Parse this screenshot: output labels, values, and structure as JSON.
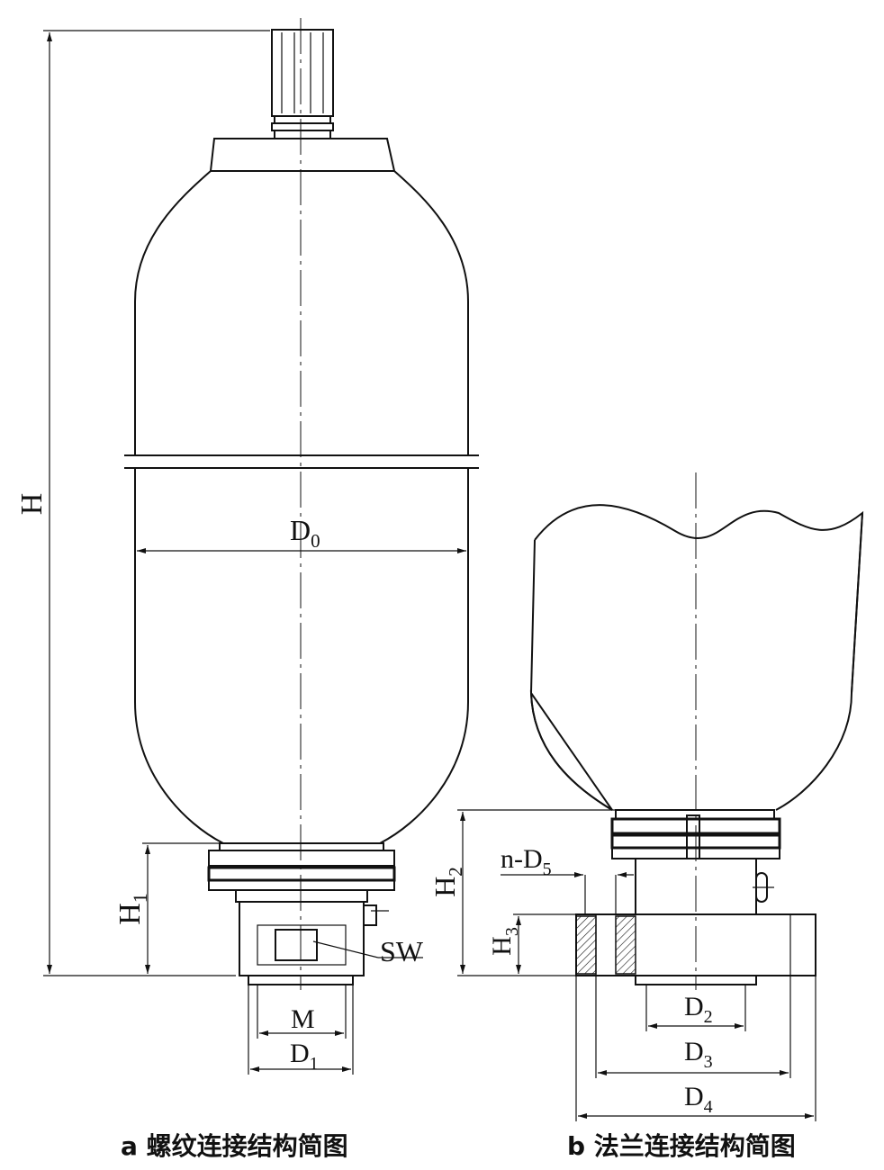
{
  "dims": {
    "H": "H",
    "H1": "H",
    "H1_sub": "1",
    "D0": "D",
    "D0_sub": "0",
    "SW": "SW",
    "M": "M",
    "D1": "D",
    "D1_sub": "1",
    "H2": "H",
    "H2_sub": "2",
    "H3": "H",
    "H3_sub": "3",
    "nD5": "n-D",
    "nD5_sub": "5",
    "D2": "D",
    "D2_sub": "2",
    "D3": "D",
    "D3_sub": "3",
    "D4": "D",
    "D4_sub": "4"
  },
  "captions": {
    "a": "a  螺纹连接结构简图",
    "b": "b  法兰连接结构简图"
  }
}
